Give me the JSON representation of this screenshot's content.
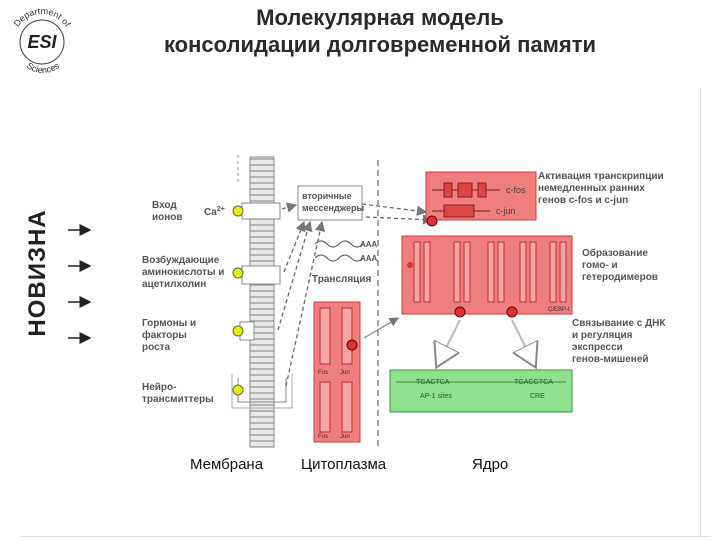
{
  "slide": {
    "title_line1": "Молекулярная модель",
    "title_line2": "консолидации долговременной памяти",
    "novelty_label": "НОВИЗНА",
    "logo": {
      "text_top": "Department of",
      "text_bottom": "Sciences",
      "initials": "ESI"
    }
  },
  "diagram": {
    "left_labels": {
      "ion_input": [
        "Вход",
        "ионов"
      ],
      "ca": "Ca",
      "ca_sup": "2+",
      "excitatory": [
        "Возбуждающие",
        "аминокислоты и",
        "ацетилхолин"
      ],
      "hormones": [
        "Гормоны и",
        "факторы",
        "роста"
      ],
      "neurotransmitters": [
        "Нейро-",
        "трансмиттеры"
      ]
    },
    "second_messengers": [
      "вторичные",
      "мессенджеры"
    ],
    "aaa_1": "AAA",
    "aaa_2": "AAA",
    "translation": "Трансляция",
    "cfos": "c-fos",
    "cjun": "c-jun",
    "fos": "Fos",
    "jun": "Jun",
    "fos2": "Fos",
    "jun2": "Jun",
    "crebp": "C/EBP-t",
    "tgactca": "TGACTCA",
    "ap1": "AP-1 sites",
    "tgacgtca": "TGACGTCA",
    "cre": "CRE",
    "right_texts": {
      "activation": [
        "Активация транскрипции",
        "немедленных ранних",
        "генов c-fos и c-jun"
      ],
      "dimers": [
        "Образование",
        "гомо-  и",
        "гетеродимеров"
      ],
      "binding": [
        "Связывание с ДНК",
        "и регуляция",
        "экспресси",
        "генов-мишеней"
      ]
    },
    "colors": {
      "red_fill": "#ef7f7f",
      "red_stroke": "#d23a3a",
      "green_fill": "#8fe08f",
      "green_stroke": "#3a9a3a",
      "dot_red": "#e03030",
      "dot_yellow": "#e8f000",
      "gray": "#7a7a7a"
    }
  },
  "captions": {
    "membrane": "Мембрана",
    "cytoplasm": "Цитоплазма",
    "nucleus": "Ядро"
  }
}
